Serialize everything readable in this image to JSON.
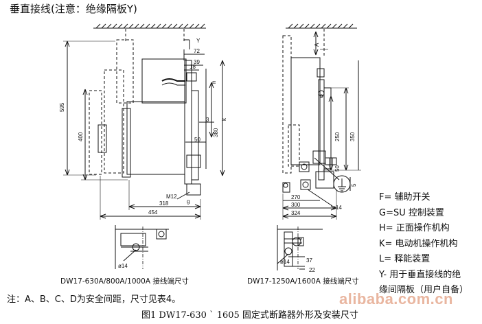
{
  "title": "垂直接线(注意：绝缘隔板Y)",
  "legend": [
    "F= 辅助开关",
    "G=SU 控制装置",
    "H= 正面操作机构",
    "K= 电动机操作机构",
    "L= 释能装置",
    "Y- 用于垂直接线的绝",
    "缘间隔板（用户自备）"
  ],
  "captions": {
    "left": "DW17-630A/800A/1000A 接线端尺寸",
    "right": "DW17-1250A/1600A 接线端尺寸"
  },
  "note": "注：A、B、C、D为安全间距，尺寸见表4。",
  "figure_title": "图1   DW17-630 ` 1605 固定式断路器外形及安装尺寸",
  "watermark": "alibaba.com.cn",
  "dims_left": {
    "d595": "595",
    "d400": "400",
    "d72": "72",
    "d39": "39",
    "d18": "18",
    "d3": "3",
    "d380": "380",
    "k": "k",
    "d50": "50",
    "h": "h",
    "m12": "M12",
    "g": "g",
    "d318": "318",
    "d454": "454",
    "phi14": "ø14",
    "y": "Y"
  },
  "dims_right": {
    "a": "A",
    "d250": "250",
    "d350": "350",
    "d50": "50",
    "d5": "5",
    "d270": "270",
    "d300": "300",
    "d324": "324",
    "phi14a": "ø14",
    "phi14b": "ø14",
    "d37": "37",
    "d22": "22"
  }
}
